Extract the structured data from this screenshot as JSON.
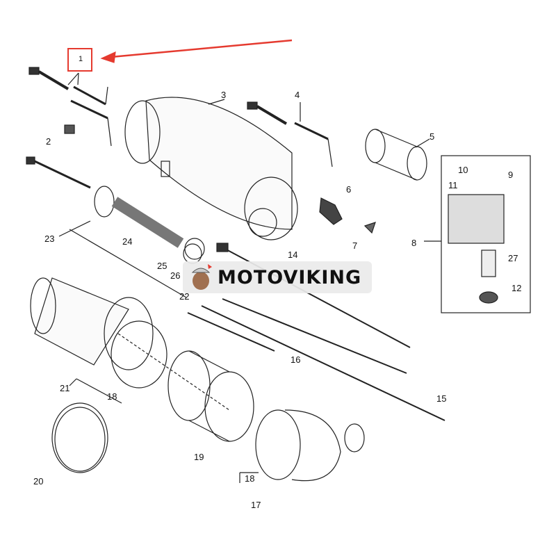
{
  "diagram": {
    "labels": [
      "1",
      "2",
      "3",
      "4",
      "5",
      "6",
      "7",
      "8",
      "9",
      "10",
      "11",
      "12",
      "14",
      "15",
      "16",
      "17",
      "18",
      "18",
      "19",
      "20",
      "21",
      "22",
      "23",
      "24",
      "25",
      "26",
      "27"
    ],
    "highlighted_label": "1",
    "accent_color": "#e53a2f"
  },
  "watermark": {
    "text": "MOTOVIKING"
  }
}
